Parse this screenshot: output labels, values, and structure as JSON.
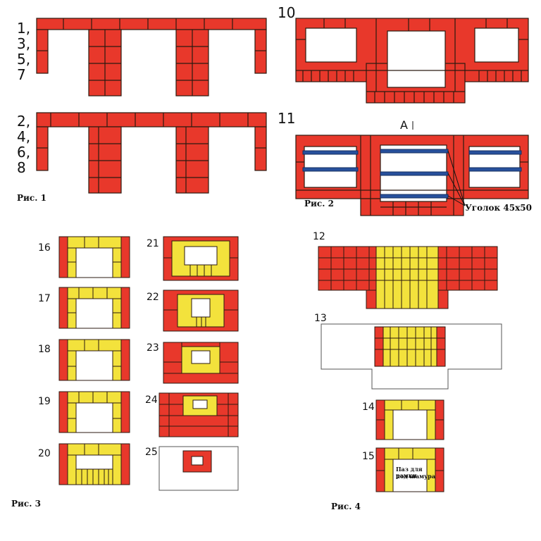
{
  "colors": {
    "brick": "#e8382b",
    "chamotte": "#f3e23c",
    "mortar": "#2b1a10",
    "steel": "#27509c",
    "paper": "#ffffff"
  },
  "fig1": {
    "caption": "Рис. 1",
    "rows_odd": [
      "1,",
      "3,",
      "5,",
      "7"
    ],
    "rows_even": [
      "2,",
      "4,",
      "6,",
      "8"
    ]
  },
  "fig2": {
    "caption": "Рис. 2",
    "row10": "10",
    "row11": "11",
    "section_mark": "A",
    "angle_note": "Уголок 45х50"
  },
  "fig3": {
    "caption": "Рис. 3",
    "rows": [
      "16",
      "17",
      "18",
      "19",
      "20",
      "21",
      "22",
      "23",
      "24",
      "25"
    ]
  },
  "fig4": {
    "caption": "Рис. 4",
    "rows": [
      "12",
      "13",
      "14",
      "15"
    ],
    "groove_note_line1": "Паз для рамки",
    "groove_note_line2": "под шамура"
  }
}
